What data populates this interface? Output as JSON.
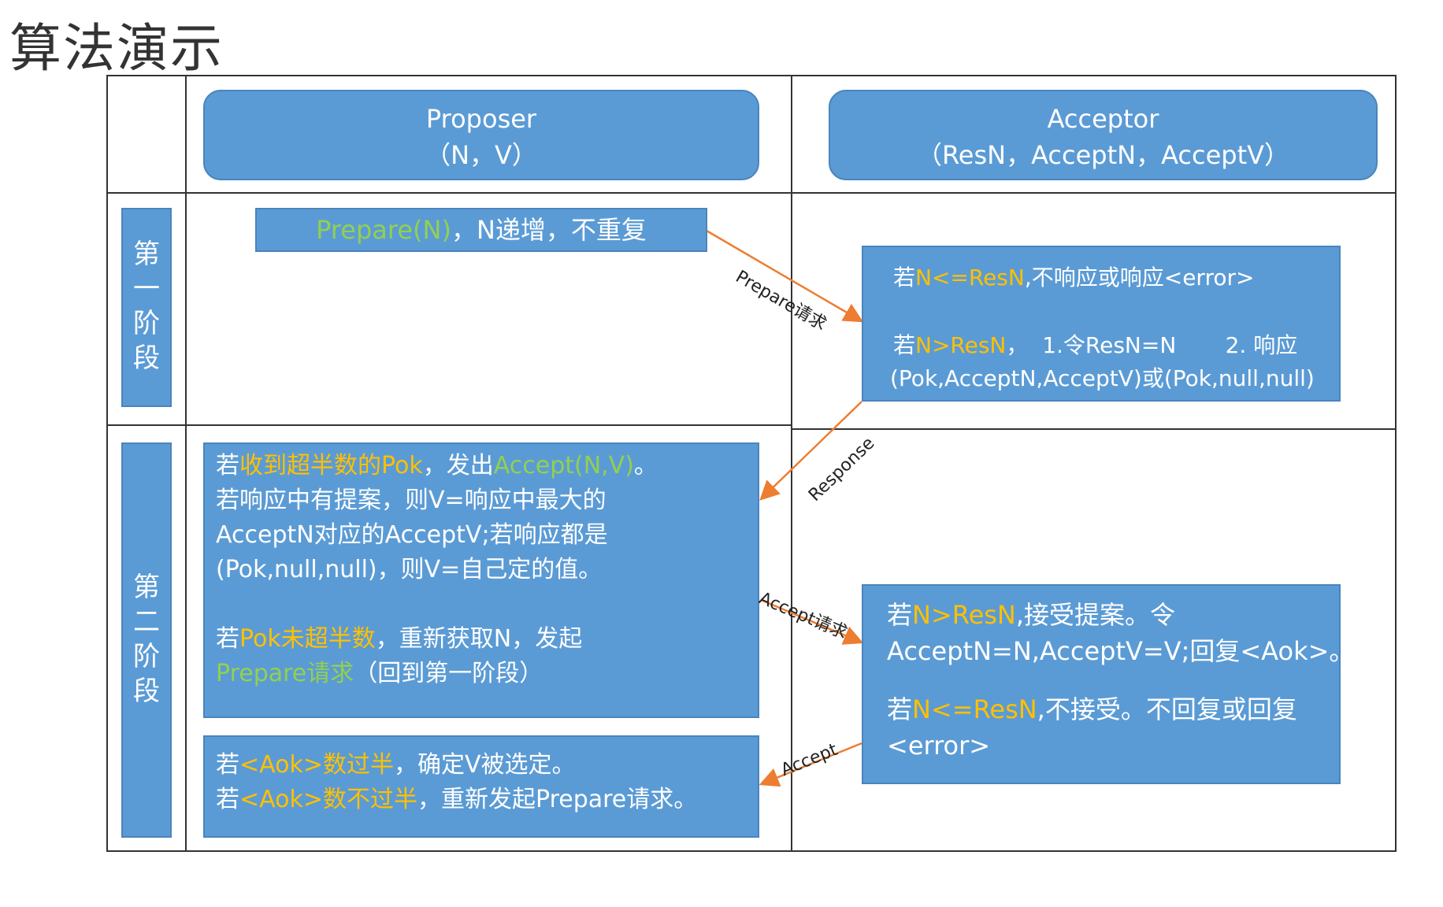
{
  "title": "算法演示",
  "proposer": {
    "name": "Proposer",
    "params": "（N，V）"
  },
  "acceptor": {
    "name": "Acceptor",
    "params": "（ResN，AcceptN，AcceptV）"
  },
  "stages": {
    "phase1": [
      "第",
      "一",
      "阶",
      "段"
    ],
    "phase2": [
      "第",
      "二",
      "阶",
      "段"
    ]
  },
  "boxes": {
    "prepare": {
      "a": "Prepare(N)",
      "b": "，N递增，不重复"
    },
    "acceptor1": {
      "l1_pre": "若",
      "l1_cond": "N<=ResN",
      "l1_post": ",不响应或响应<error>",
      "l2_pre": "若",
      "l2_cond": "N>ResN",
      "l2_post": "，  1.令ResN=N       2. 响应",
      "l3": "(Pok,AcceptN,AcceptV)或(Pok,null,null)"
    },
    "proposer2": {
      "l1_a": "若",
      "l1_b": "收到超半数的Pok",
      "l1_c": "，发出",
      "l1_d": "Accept(N,V)",
      "l1_e": "。",
      "l2": "若响应中有提案，则V=响应中最大的",
      "l3": "AcceptN对应的AcceptV;若响应都是",
      "l4": "(Pok,null,null)，则V=自己定的值。",
      "l5_a": "若",
      "l5_b": "Pok未超半数",
      "l5_c": "，重新获取N，发起",
      "l6_a": "Prepare请求",
      "l6_b": "（回到第一阶段）"
    },
    "acceptor2": {
      "l1_a": "若",
      "l1_b": "N>ResN",
      "l1_c": ",接受提案。令",
      "l2": "AcceptN=N,AcceptV=V;回复<Aok>。",
      "l3_a": "若",
      "l3_b": "N<=ResN",
      "l3_c": ",不接受。不回复或回复",
      "l4": "<error>"
    },
    "proposer3": {
      "l1_a": "若",
      "l1_b": "<Aok>数过半",
      "l1_c": "，确定V被选定。",
      "l2_a": "若",
      "l2_b": "<Aok>数不过半",
      "l2_c": "，重新发起Prepare请求。"
    }
  },
  "arrows": {
    "prepare_request": "Prepare请求",
    "response": "Response",
    "accept_request": "Accept请求",
    "accept": "Accept"
  },
  "colors": {
    "box": "#5b9bd5",
    "green": "#92d050",
    "yellow": "#ffc000",
    "arrow": "#ed7d31"
  }
}
